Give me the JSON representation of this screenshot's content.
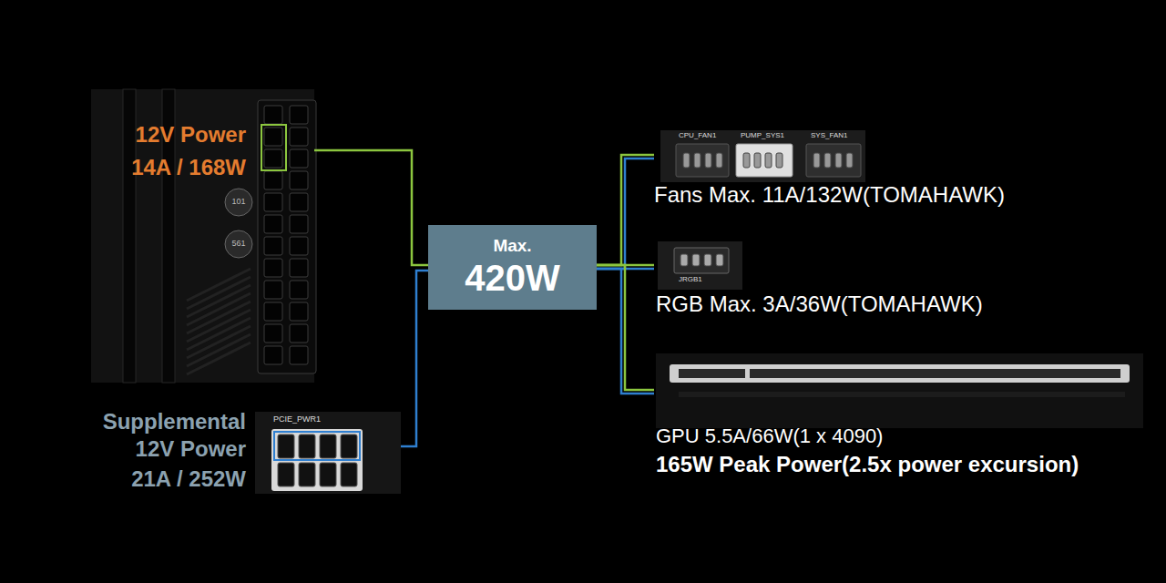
{
  "diagram": {
    "nodes": [
      {
        "text": [
          "12V Power",
          "14A / 168W"
        ]
      },
      {
        "text": [
          "Supplemental 12V Power",
          "21A / 252W"
        ]
      },
      {
        "text": [
          "Max.",
          "420W"
        ]
      },
      {
        "text": [
          "Fans Max. 11A/132W(TOMAHAWK)"
        ]
      },
      {
        "text": [
          "RGB Max. 3A/36W(TOMAHAWK)"
        ]
      },
      {
        "text": [
          "GPU 5.5A/66W(1 x 4090)",
          "165W Peak Power(2.5x power excursion)"
        ]
      }
    ],
    "edges": [
      {
        "from": 0,
        "to": 2,
        "arrow": "none"
      },
      {
        "from": 1,
        "to": 2,
        "arrow": "none"
      },
      {
        "from": 2,
        "to": 3,
        "arrow": "none"
      },
      {
        "from": 2,
        "to": 4,
        "arrow": "none"
      },
      {
        "from": 2,
        "to": 5,
        "arrow": "none"
      }
    ],
    "labels": [
      "101",
      "561",
      "PCIE_PWR1",
      "CPU_FAN1",
      "PUMP_SYS1",
      "SYS_FAN1",
      "JRGB1"
    ]
  }
}
